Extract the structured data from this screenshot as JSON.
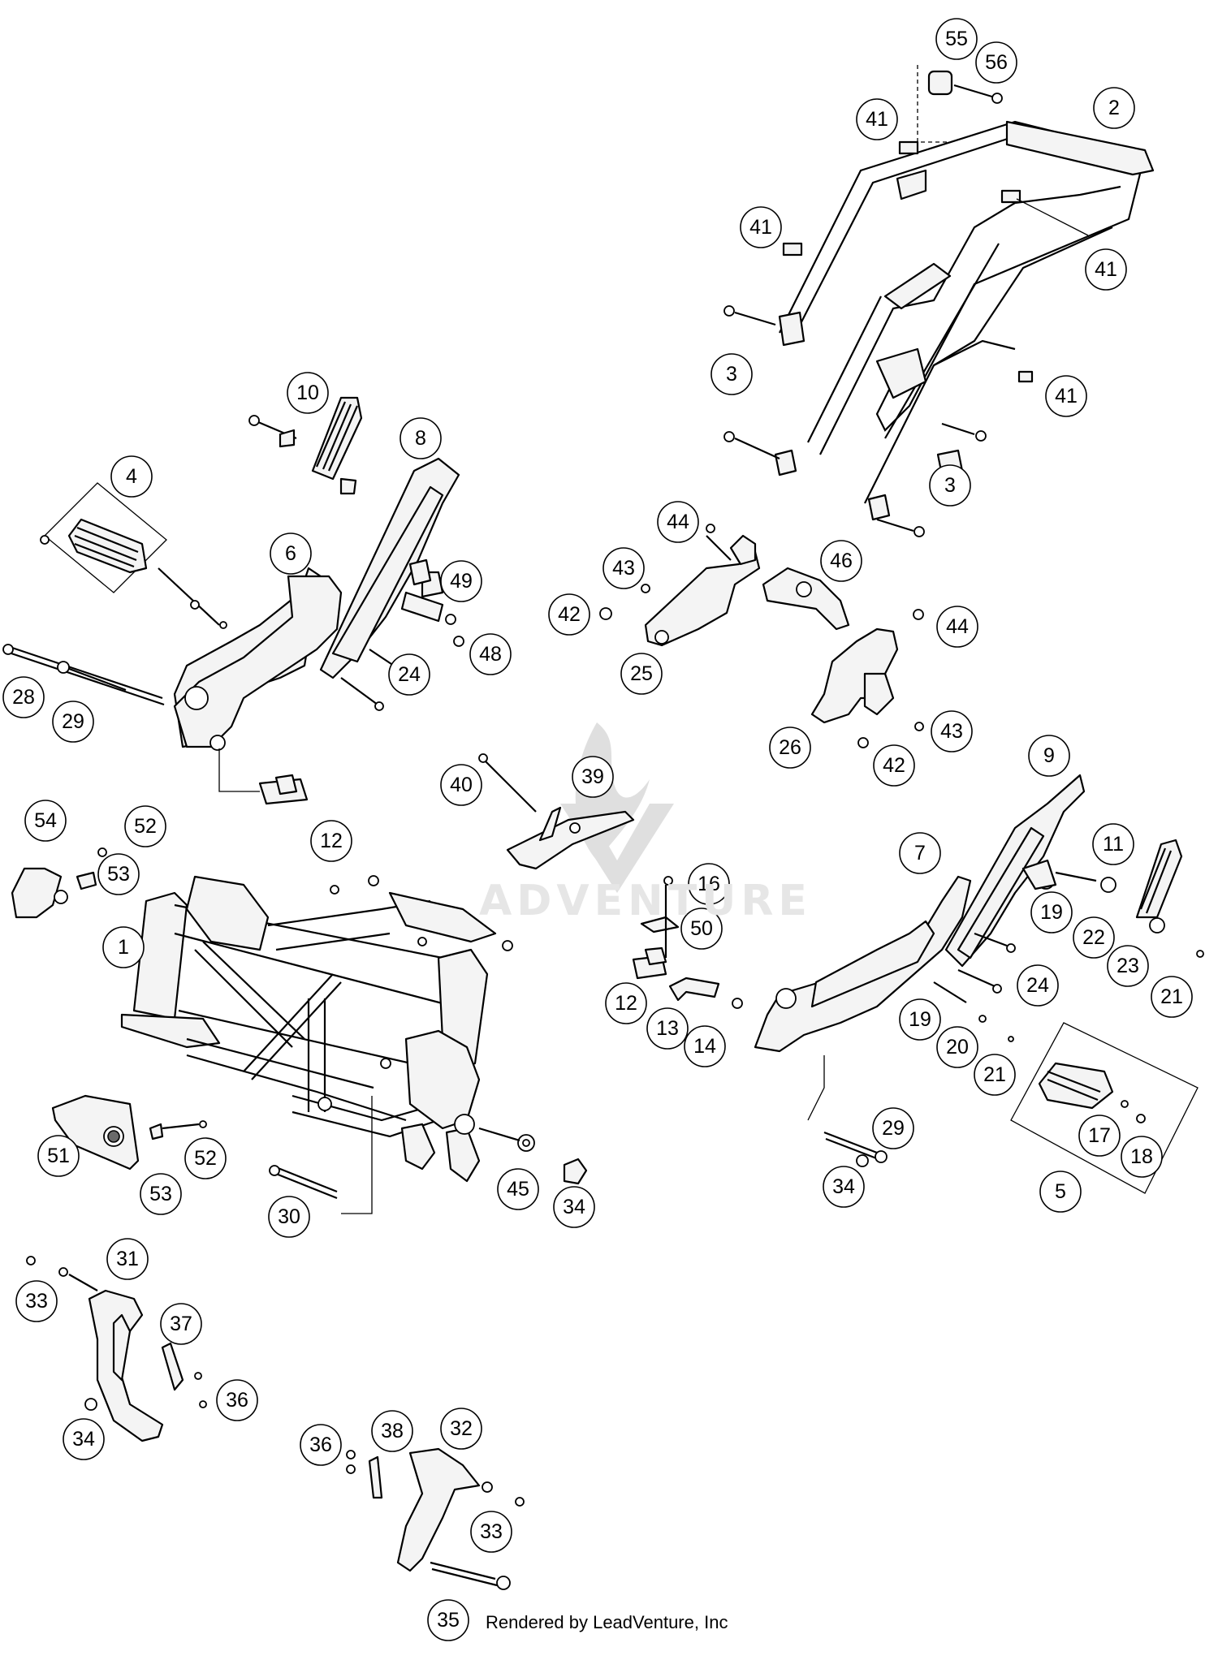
{
  "callouts": [
    "55",
    "56",
    "2",
    "41",
    "41",
    "41",
    "41",
    "3",
    "3",
    "10",
    "8",
    "4",
    "6",
    "49",
    "48",
    "24",
    "28",
    "29",
    "44",
    "43",
    "46",
    "42",
    "25",
    "44",
    "26",
    "43",
    "42",
    "40",
    "39",
    "9",
    "12",
    "54",
    "52",
    "53",
    "7",
    "11",
    "16",
    "50",
    "1",
    "19",
    "22",
    "24",
    "12",
    "13",
    "14",
    "19",
    "20",
    "23",
    "21",
    "21",
    "17",
    "18",
    "5",
    "29",
    "34",
    "51",
    "52",
    "53",
    "30",
    "45",
    "34",
    "31",
    "33",
    "37",
    "36",
    "34",
    "36",
    "38",
    "32",
    "33",
    "35"
  ],
  "watermark": "ADVENTURE",
  "footer": "Rendered by LeadVenture, Inc"
}
